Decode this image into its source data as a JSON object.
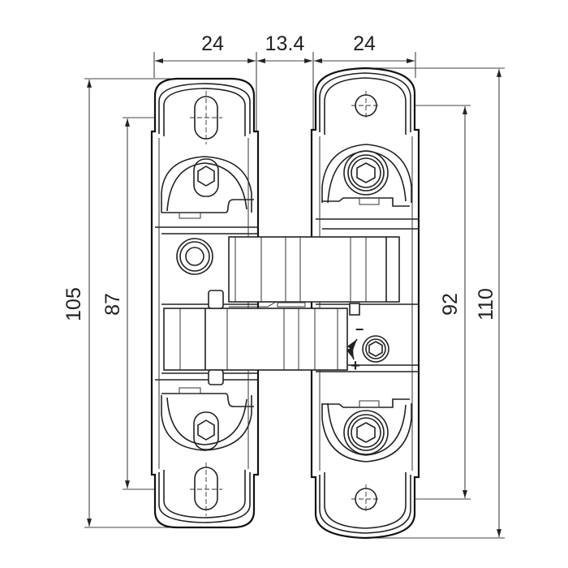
{
  "drawing": {
    "subject": "concealed 3D-adjustable door hinge, front view",
    "line_color": "#222222",
    "background": "#ffffff"
  },
  "dimensions": {
    "top": [
      {
        "label": "24",
        "description": "left leaf width"
      },
      {
        "label": "13.4",
        "description": "gap between leaves"
      },
      {
        "label": "24",
        "description": "right leaf width"
      }
    ],
    "left": [
      {
        "label": "105",
        "description": "left leaf overall height"
      },
      {
        "label": "87",
        "description": "left mounting hole spacing"
      }
    ],
    "right": [
      {
        "label": "92",
        "description": "right mounting hole spacing"
      },
      {
        "label": "110",
        "description": "right leaf overall height"
      }
    ]
  },
  "adjustment_symbols": {
    "minus": "−",
    "plus": "+",
    "arrow": "double-headed curved arrow"
  }
}
